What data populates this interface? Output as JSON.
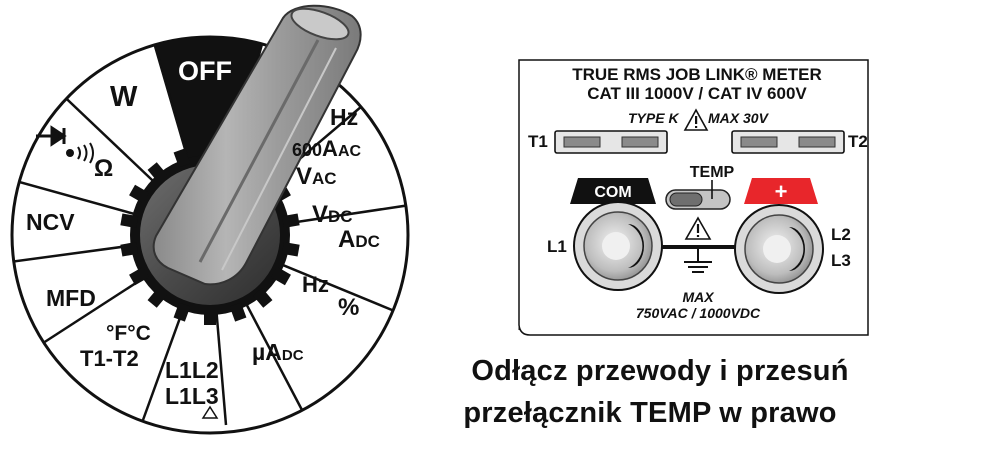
{
  "dial": {
    "positions": {
      "off": "OFF",
      "w": "W",
      "diode_continuity_symbol": "→⊢ •)))",
      "ohm": "Ω",
      "ncv": "NCV",
      "mfd": "MFD",
      "temp_units": "°F°C",
      "temp_probes": "T1-T2",
      "rotation_1": "L1L2",
      "rotation_2": "L1L3",
      "micro_amp_prefix": "µA",
      "micro_amp_suffix": "DC",
      "hz_percent_hz": "Hz",
      "hz_percent_pct": "%",
      "vdc_v": "V",
      "vdc_dc": "DC",
      "adc_a": "A",
      "adc_dc": "DC",
      "hz_top": "Hz",
      "aac_prefix": "600",
      "aac_a": "A",
      "aac_ac": "AC",
      "vac_v": "V",
      "vac_ac": "AC"
    },
    "selected_position": "OFF"
  },
  "meter_panel": {
    "title_line1": "TRUE RMS  JOB LINK® METER",
    "title_line2": "CAT III 1000V / CAT IV 600V",
    "type_k": "TYPE K",
    "max_30v": "MAX 30V",
    "t1": "T1",
    "t2": "T2",
    "temp_switch": "TEMP",
    "com": "COM",
    "plus": "+",
    "l1": "L1",
    "l2": "L2",
    "l3": "L3",
    "max_label": "MAX",
    "max_rating": "750VAC / 1000VDC"
  },
  "instruction": {
    "line1": "Odłącz przewody i przesuń",
    "line2": "przełącznik TEMP w prawo"
  },
  "colors": {
    "plus_terminal": "#e8262b",
    "com_terminal": "#111111",
    "knob_gray": "#9a9a9a"
  }
}
